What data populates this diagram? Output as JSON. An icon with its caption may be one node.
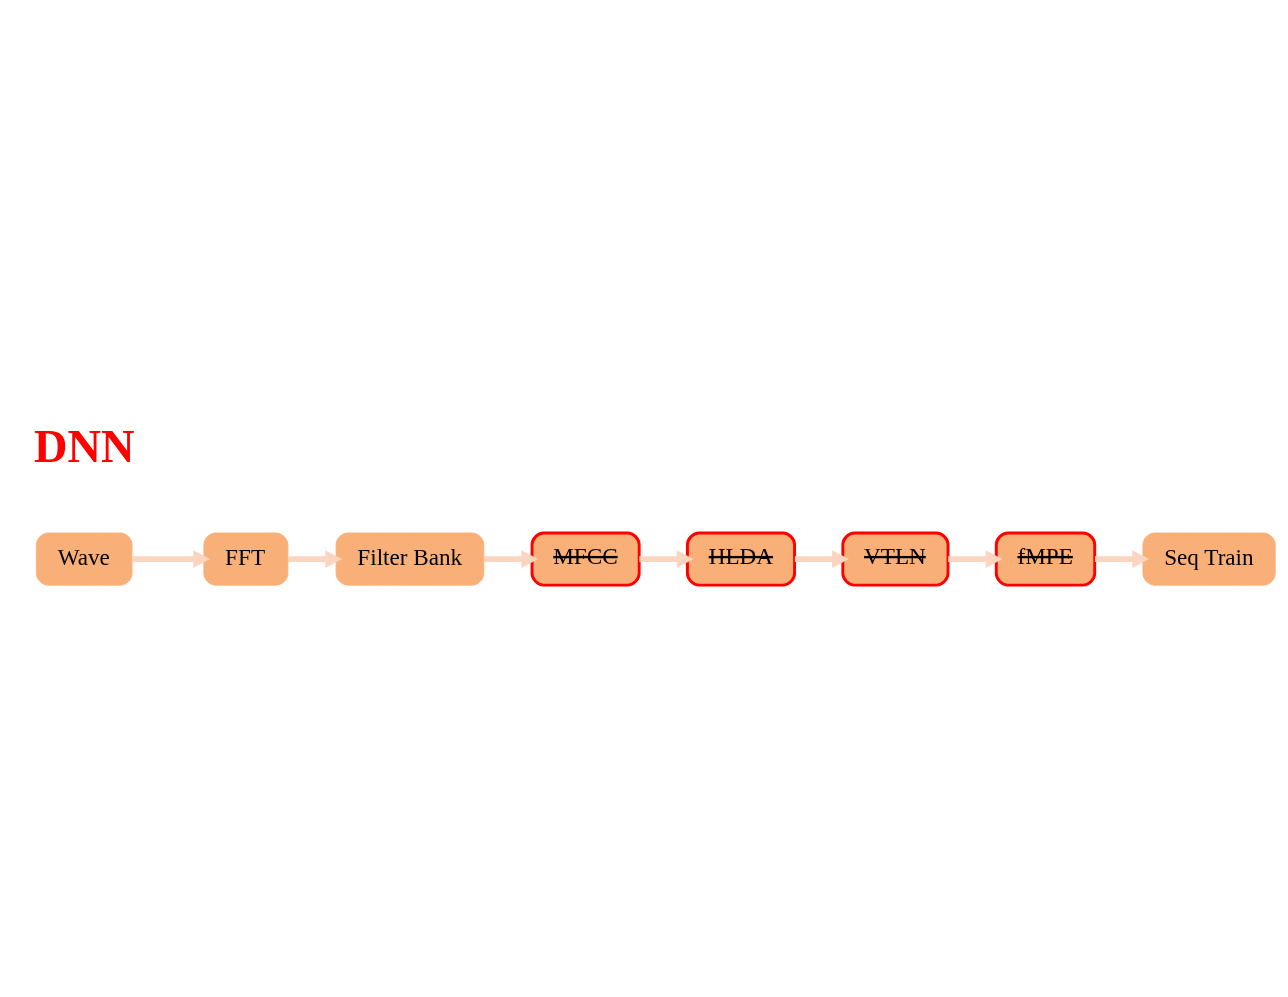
{
  "diagram": {
    "nodes": [
      {
        "text": [
          "Wave"
        ]
      },
      {
        "text": [
          "FFT"
        ]
      },
      {
        "text": [
          "Filter Bank"
        ]
      },
      {
        "text": [
          "MFCC"
        ]
      },
      {
        "text": [
          "HLDA"
        ]
      },
      {
        "text": [
          "VTLN"
        ]
      },
      {
        "text": [
          "fMPE"
        ]
      },
      {
        "text": [
          "Seq Train"
        ]
      }
    ],
    "edges": [
      {
        "from": 0,
        "to": 1,
        "arrow": "to"
      },
      {
        "from": 1,
        "to": 2,
        "arrow": "to"
      },
      {
        "from": 2,
        "to": 3,
        "arrow": "to"
      },
      {
        "from": 3,
        "to": 4,
        "arrow": "to"
      },
      {
        "from": 4,
        "to": 5,
        "arrow": "to"
      },
      {
        "from": 5,
        "to": 6,
        "arrow": "to"
      },
      {
        "from": 6,
        "to": 7,
        "arrow": "to"
      }
    ],
    "labels": [
      "DNN"
    ]
  }
}
